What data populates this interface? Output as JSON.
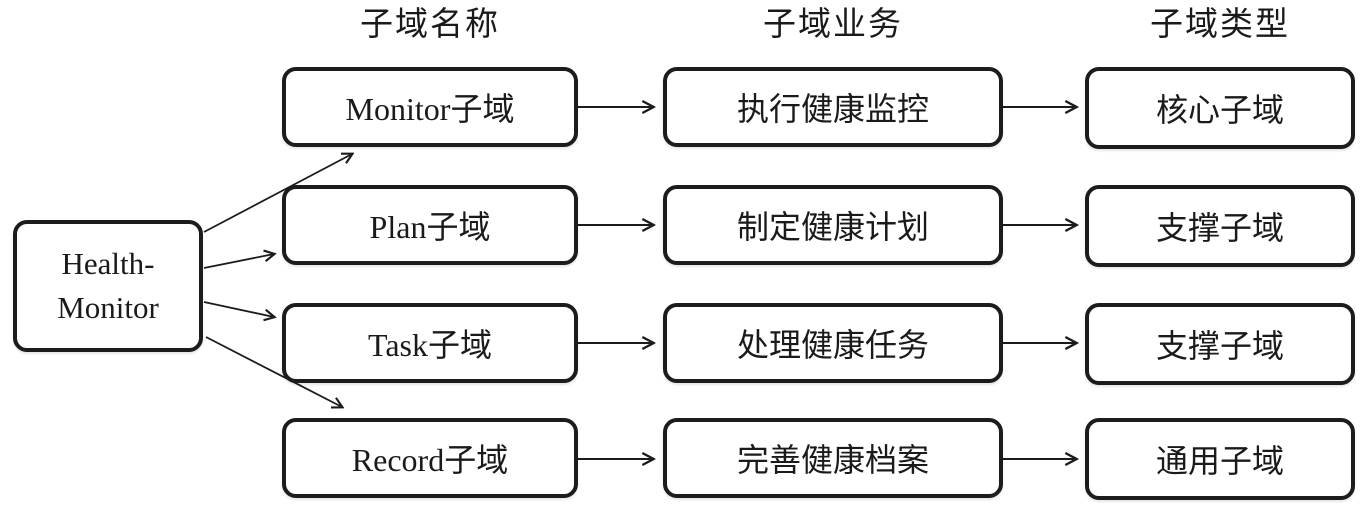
{
  "diagram": {
    "root": {
      "label_line1": "Health-",
      "label_line2": "Monitor"
    },
    "column_headers": [
      "子域名称",
      "子域业务",
      "子域类型"
    ],
    "rows": [
      {
        "name": "Monitor子域",
        "business": "执行健康监控",
        "type": "核心子域"
      },
      {
        "name": "Plan子域",
        "business": "制定健康计划",
        "type": "支撑子域"
      },
      {
        "name": "Task子域",
        "business": "处理健康任务",
        "type": "支撑子域"
      },
      {
        "name": "Record子域",
        "business": "完善健康档案",
        "type": "通用子域"
      }
    ],
    "colors": {
      "line": "#1c1c1c",
      "text": "#1a1a1a",
      "background": "#ffffff"
    }
  }
}
